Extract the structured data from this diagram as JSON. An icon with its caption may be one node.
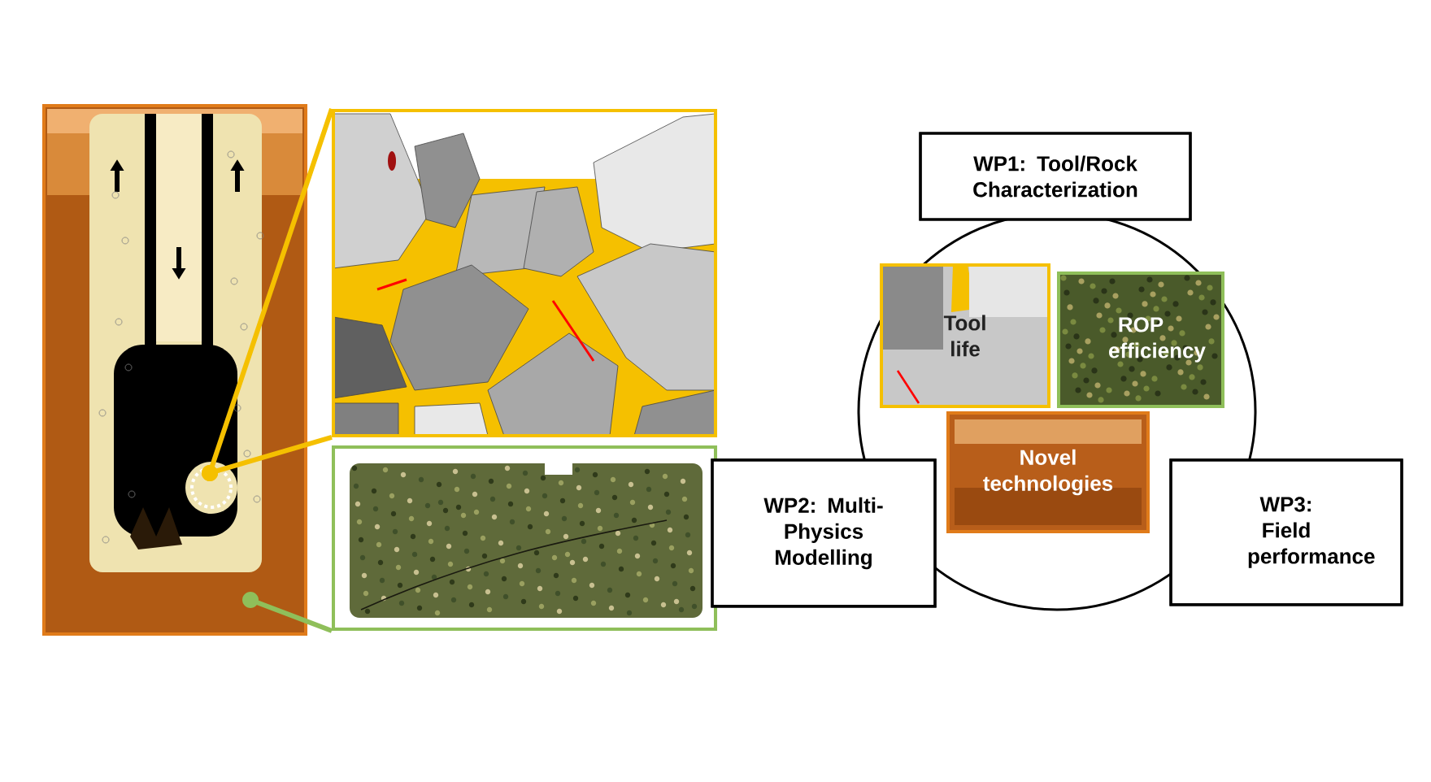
{
  "diagram": {
    "nodes": [
      {
        "text": [],
        "shape": "picture"
      },
      {
        "text": [],
        "shape": "picture"
      },
      {
        "text": [],
        "shape": "picture"
      },
      {
        "text": [
          "WP1: Tool/Rock Characterization"
        ]
      },
      {
        "text": [
          "WP2: Multi-Physics Modelling"
        ]
      },
      {
        "text": [
          "WP3: Field performance"
        ]
      },
      {
        "text": [
          "Tool life"
        ]
      },
      {
        "text": [
          "ROP efficiency"
        ]
      },
      {
        "text": [
          "Novel technologies"
        ]
      }
    ],
    "edges": [
      {
        "from": 0,
        "to": 1,
        "arrow": "other",
        "color": "#f5c000"
      },
      {
        "from": 0,
        "to": 1,
        "arrow": "other",
        "color": "#f5c000"
      },
      {
        "from": 0,
        "to": 2,
        "arrow": "other",
        "color": "#8fbf5a"
      }
    ]
  }
}
